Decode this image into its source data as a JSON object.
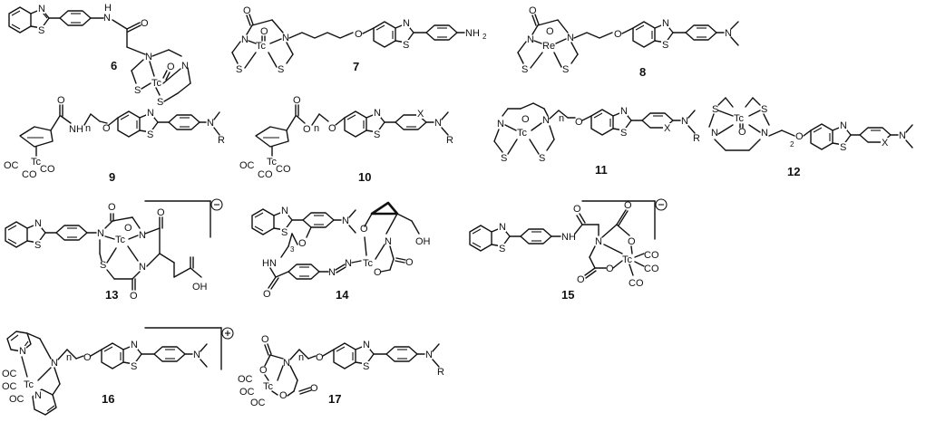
{
  "compounds": [
    {
      "number": "6",
      "labels": {
        "n1": "N",
        "s1": "S",
        "amide_h": "H",
        "amide_n": "N",
        "amide_o": "O",
        "n_left": "N",
        "n_right": "N",
        "metal": "Tc",
        "oxo": "O",
        "s_left": "S",
        "s_right": "S"
      }
    },
    {
      "number": "7",
      "labels": {
        "oxo_c": "O",
        "n_left": "N",
        "n_right": "N",
        "metal": "Tc",
        "oxo": "O",
        "s_left": "S",
        "s_right": "S",
        "ether_o": "O",
        "btz_n": "N",
        "btz_s": "S",
        "nh2": "NH",
        "nh2_sub": "2"
      }
    },
    {
      "number": "8",
      "labels": {
        "oxo_c": "O",
        "n_left": "N",
        "n_right": "N",
        "metal": "Re",
        "oxo": "O",
        "s_left": "S",
        "s_right": "S",
        "ether_o": "O",
        "btz_n": "N",
        "btz_s": "S",
        "amine": "N"
      }
    },
    {
      "number": "9",
      "labels": {
        "carbonyl_o": "O",
        "nh": "NH",
        "chain_n": "n",
        "ether_o": "O",
        "btz_n": "N",
        "btz_s": "S",
        "amine_n": "N",
        "amine_r": "R",
        "metal": "Tc",
        "co1": "OC",
        "co2": "CO",
        "co3": "CO"
      }
    },
    {
      "number": "10",
      "labels": {
        "carbonyl_o": "O",
        "ester_o": "O",
        "chain_n": "n",
        "ether_o": "O",
        "btz_n": "N",
        "btz_s": "S",
        "x": "X",
        "amine_n": "N",
        "amine_r": "R",
        "metal": "Tc",
        "co1": "OC",
        "co2": "CO",
        "co3": "CO"
      }
    },
    {
      "number": "11",
      "labels": {
        "n_left": "N",
        "n_right": "N",
        "chain_n": "n",
        "ether_o": "O",
        "metal": "Tc",
        "oxo": "O",
        "s_left": "S",
        "s_right": "S",
        "btz_n": "N",
        "btz_s": "S",
        "x": "X",
        "amine_n": "N",
        "amine_r": "R"
      }
    },
    {
      "number": "12",
      "labels": {
        "s_top": "S",
        "s_top2": "S",
        "metal": "Tc",
        "oxo": "O",
        "n_left": "N",
        "n_right": "N",
        "sub_2": "2",
        "ether_o": "O",
        "btz_n": "N",
        "btz_s": "S",
        "x": "X",
        "amine_n": "N"
      }
    },
    {
      "number": "13",
      "charge": "⊖",
      "labels": {
        "btz_n": "N",
        "btz_s": "S",
        "oxo_c1": "O",
        "n1": "N",
        "metal": "Tc",
        "oxo": "O",
        "n2": "N",
        "s": "S",
        "n3": "N",
        "oxo_c2": "O",
        "oxo_c3": "O",
        "oh": "OH"
      }
    },
    {
      "number": "14",
      "labels": {
        "btz_n": "N",
        "btz_s": "S",
        "amine_n": "N",
        "chain_sub": "3",
        "ether_o": "O",
        "hn": "HN",
        "amide_o": "O",
        "azo_n1": "N",
        "azo_n2": "N",
        "metal": "Tc",
        "o1": "O",
        "n_ring": "N",
        "oh": "OH",
        "o2": "O",
        "o3": "O"
      }
    },
    {
      "number": "15",
      "charge": "⊖",
      "labels": {
        "btz_n": "N",
        "btz_s": "S",
        "nh": "NH",
        "amide_o": "O",
        "n_center": "N",
        "metal": "Tc",
        "co1": "CO",
        "co2": "CO",
        "co3": "CO",
        "o1": "O",
        "o2": "O",
        "o3": "O",
        "o4": "O"
      }
    },
    {
      "number": "16",
      "charge": "⊕",
      "labels": {
        "py_n1": "N",
        "py_n2": "N",
        "n_center": "N",
        "chain_n": "n",
        "ether_o": "O",
        "metal": "Tc",
        "co1": "OC",
        "co2": "OC",
        "co3": "OC",
        "btz_n": "N",
        "btz_s": "S",
        "amine_n": "N"
      }
    },
    {
      "number": "17",
      "labels": {
        "o1": "O",
        "n_center": "N",
        "chain_n": "n",
        "ether_o": "O",
        "metal": "Tc",
        "co1": "OC",
        "co2": "OC",
        "co3": "OC",
        "o2": "O",
        "o3": "O",
        "o4": "O",
        "btz_n": "N",
        "btz_s": "S",
        "amine_n": "N",
        "amine_r": "R"
      }
    }
  ]
}
